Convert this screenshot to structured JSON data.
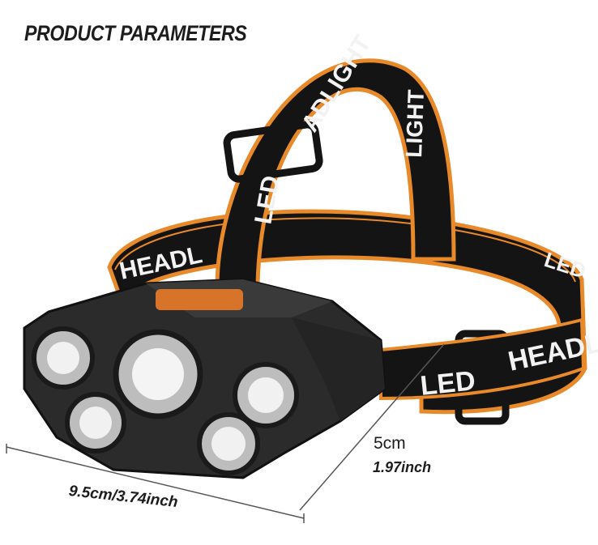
{
  "header": {
    "title": "PRODUCT PARAMETERS"
  },
  "strap": {
    "text_top_a": "ADLIGHT",
    "text_top_b": "LIGHT",
    "text_top_c": "LED",
    "text_back_left": "HEADL",
    "text_back_right": "LED",
    "text_front_a": "LED",
    "text_front_b": "HEADL",
    "color_orange": "#e8892a",
    "color_black": "#141414"
  },
  "dimensions": {
    "width_label": "9.5cm/3.74inch",
    "height_cm": "5cm",
    "height_inch": "1.97inch"
  },
  "lamp": {
    "lens_count": 5,
    "body_color": "#2b2b2b"
  }
}
